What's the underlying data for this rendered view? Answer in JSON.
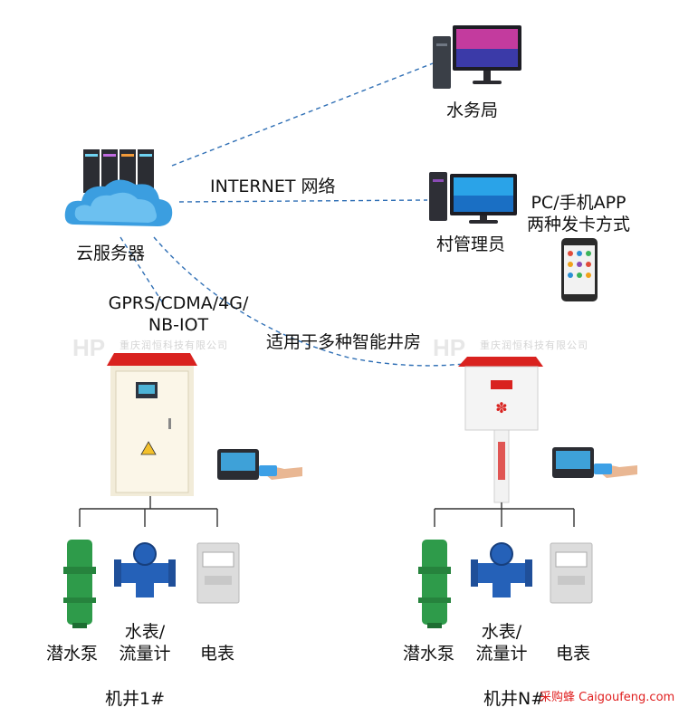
{
  "nodes": {
    "water_bureau": "水务局",
    "cloud_server": "云服务器",
    "village_admin": "村管理员",
    "app_note_line1": "PC/手机APP",
    "app_note_line2": "两种发卡方式"
  },
  "links": {
    "internet": "INTERNET 网络",
    "gprs_line1": "GPRS/CDMA/4G/",
    "gprs_line2": "NB-IOT",
    "well_rooms": "适用于多种智能井房"
  },
  "well1": {
    "title": "机井1#",
    "pump": "潜水泵",
    "water_meter_line1": "水表/",
    "water_meter_line2": "流量计",
    "electric_meter": "电表"
  },
  "wellN": {
    "title": "机井N#",
    "pump": "潜水泵",
    "water_meter_line1": "水表/",
    "water_meter_line2": "流量计",
    "electric_meter": "电表"
  },
  "watermark": "重庆润恒科技有限公司",
  "credit": "采购蜂 Caigoufeng.com",
  "colors": {
    "dashed_link": "#2f6fb5",
    "wire": "#333333",
    "cabinet_roof": "#d9221f",
    "pump_green": "#2e9b4a",
    "water_meter_blue": "#2561b8",
    "credit_red": "#e02020"
  }
}
